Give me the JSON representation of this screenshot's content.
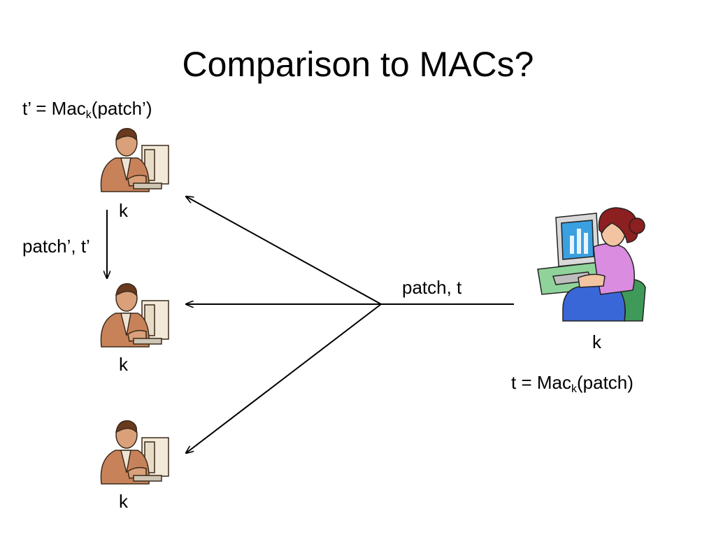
{
  "slide": {
    "title": "Comparison to MACs?"
  },
  "receiver": {
    "formula": {
      "lhs": "t’ = Mac",
      "subscript": "k",
      "rhs": "(patch’)"
    },
    "key_labels": [
      "k",
      "k",
      "k"
    ]
  },
  "forward_label": "patch’, t’",
  "broadcast_label": "patch, t",
  "sender": {
    "key_label": "k",
    "formula": {
      "lhs": "t = Mac",
      "subscript": "k",
      "rhs": "(patch)"
    }
  },
  "icons": {
    "receiver": "man-at-computer-icon",
    "sender": "woman-at-computer-icon"
  },
  "colors": {
    "line": "#000000",
    "skin": "#c8825a",
    "shirt": "#d98ce0",
    "chair": "#3f9a5a",
    "screen": "#3aa0e0"
  }
}
